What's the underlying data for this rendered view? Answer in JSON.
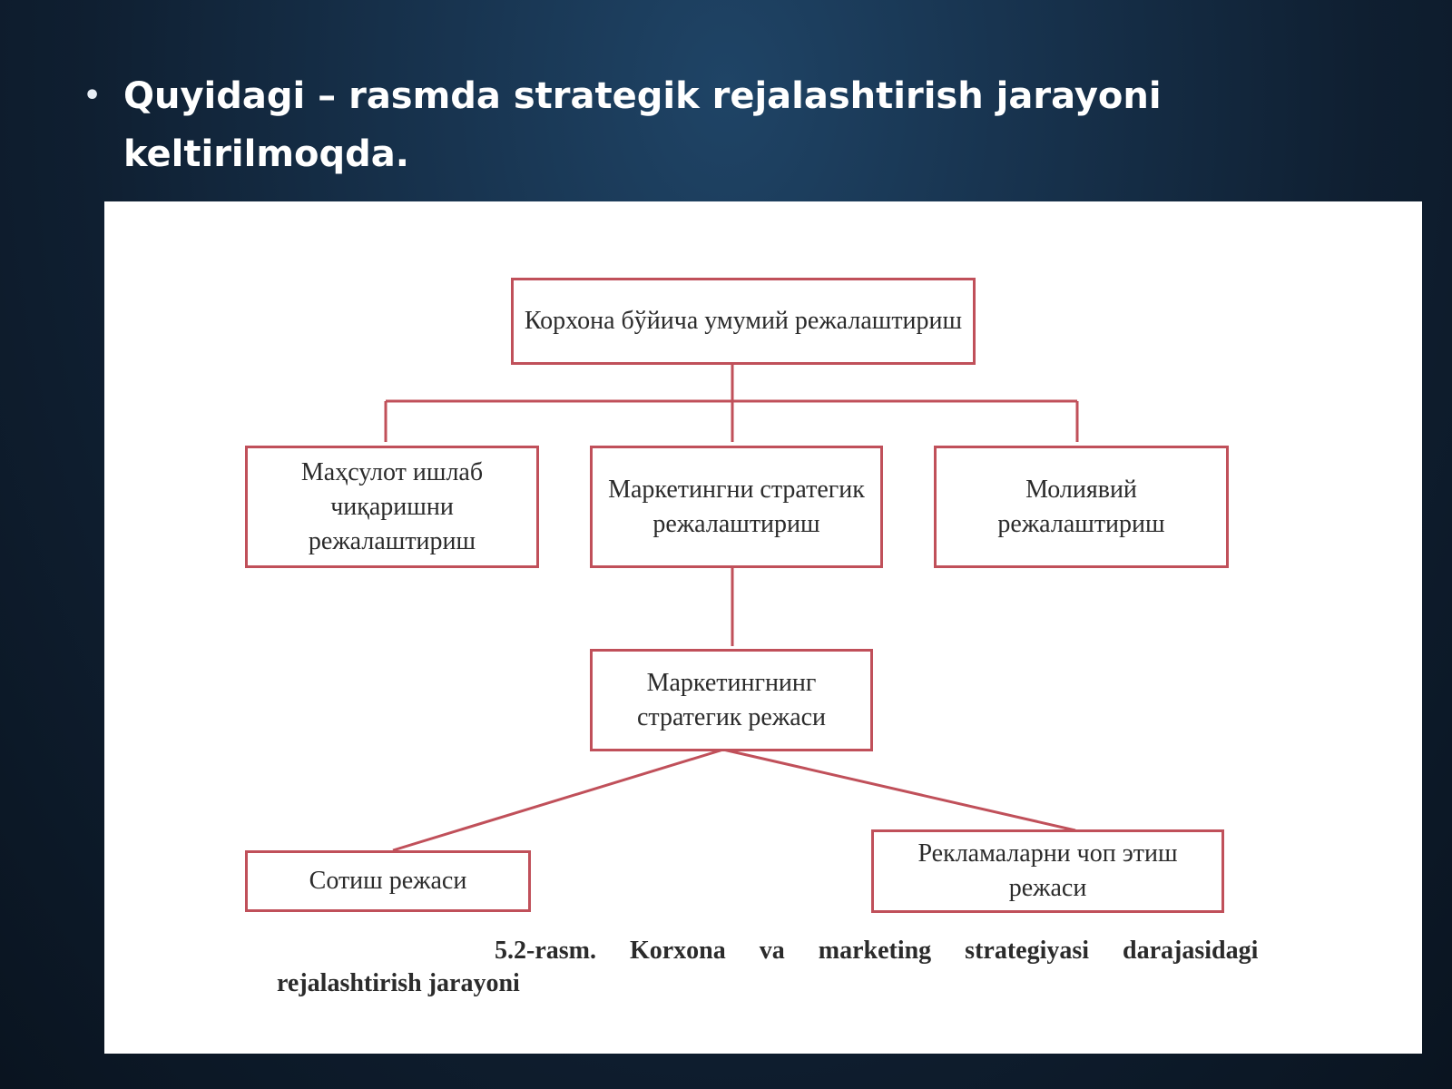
{
  "slide": {
    "bullet_text": "Quyidagi – rasmda strategik rejalashtirish jarayoni keltirilmoqda."
  },
  "diagram": {
    "nodes": {
      "root": "Корхона бўйича умумий режалаштириш",
      "production": "Маҳсулот ишлаб чиқаришни режалаштириш",
      "marketing": "Маркетингни стратегик режалаштириш",
      "finance": "Молиявий режалаштириш",
      "marketing_plan": "Маркетингнинг стратегик режаси",
      "sales_plan": "Сотиш режаси",
      "ads_plan": "Рекламаларни чоп этиш режаси"
    },
    "caption_line1": "5.2-rasm. Korxona va marketing strategiyasi darajasidagi",
    "caption_line2": "rejalashtirish jarayoni"
  },
  "colors": {
    "connector": "#c0505a",
    "box_border": "#c0505a",
    "background": "#13283f"
  }
}
